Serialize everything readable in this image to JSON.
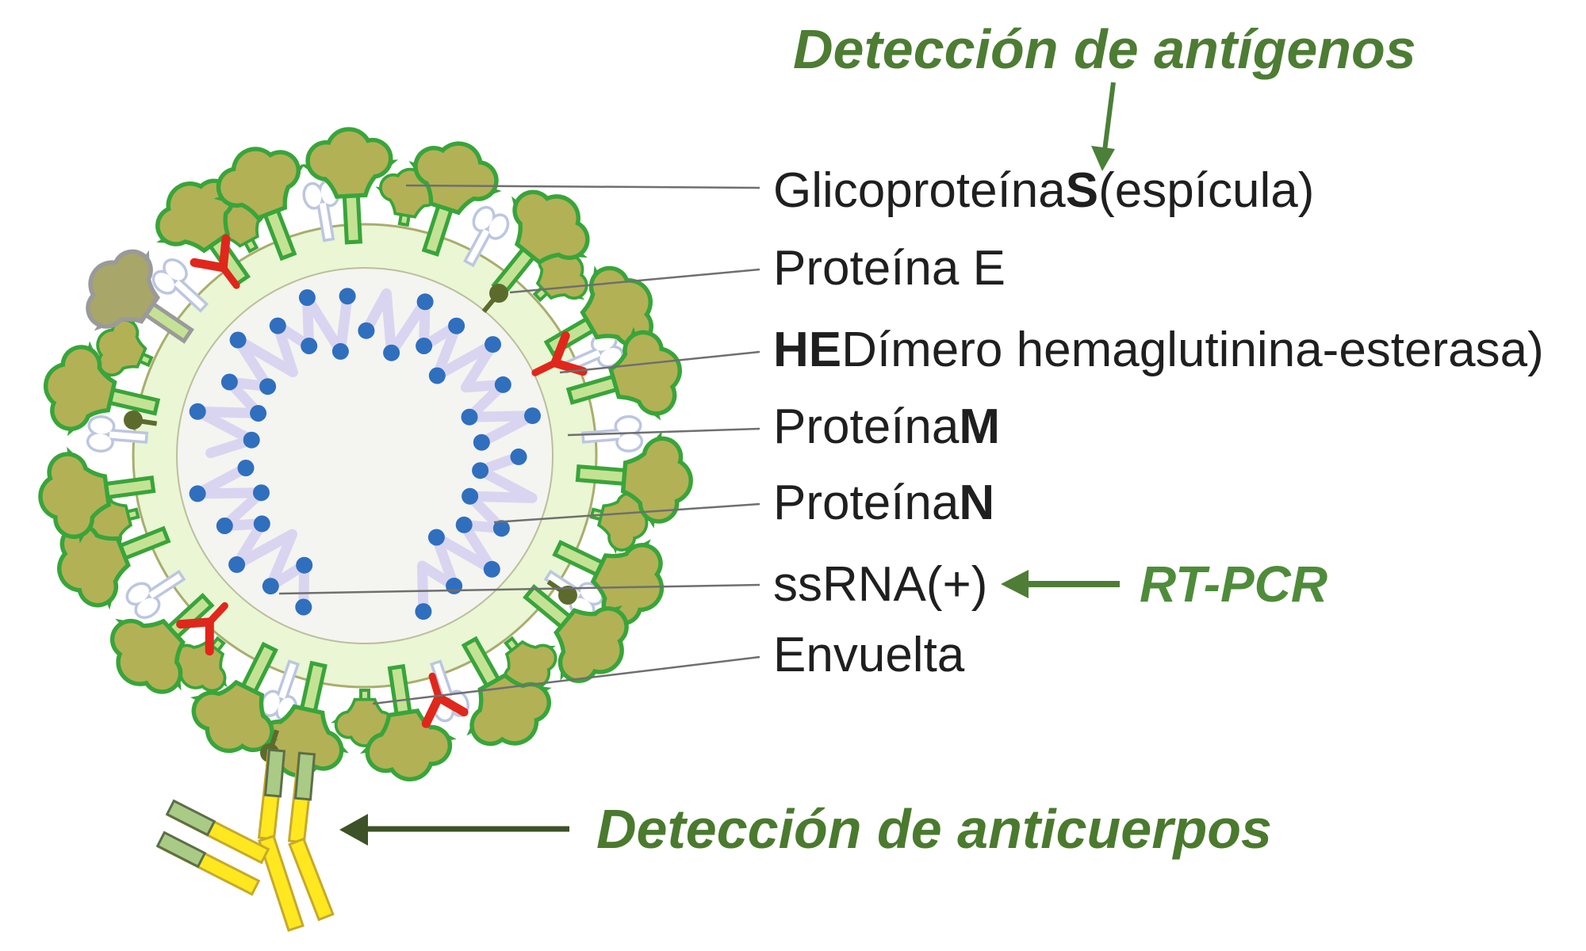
{
  "figure": {
    "type": "diagram",
    "subject": "Coronavirus structure with diagnostic test annotations"
  },
  "captions": {
    "antigen_detection": "Detección de antígenos",
    "rt_pcr": "RT-PCR",
    "antibody_detection": "Detección de anticuerpos"
  },
  "labels": [
    {
      "id": "glicoproteina-s",
      "pre": "Glicoproteína ",
      "bold": "S",
      "post": " (espícula)"
    },
    {
      "id": "proteina-e",
      "pre": "Proteína E",
      "bold": "",
      "post": ""
    },
    {
      "id": "he-dimero",
      "pre": "",
      "bold": "HE",
      "post": " Dímero hemaglutinina-esterasa)"
    },
    {
      "id": "proteina-m",
      "pre": "Proteína ",
      "bold": "M",
      "post": ""
    },
    {
      "id": "proteina-n",
      "pre": "Proteína ",
      "bold": "N",
      "post": ""
    },
    {
      "id": "ssrna",
      "pre": "ssRNA(+)",
      "bold": "",
      "post": ""
    },
    {
      "id": "envuelta",
      "pre": "Envuelta",
      "bold": "",
      "post": ""
    }
  ],
  "icons": [
    "coronavirus-illustration",
    "spike-glycoprotein-icon",
    "membrane-ring",
    "rna-ribbon",
    "he-dimer-icon",
    "e-protein-dot-icon",
    "m-protein-icon",
    "antibody-icon",
    "down-arrow-icon",
    "left-arrow-rtpcr-icon",
    "left-arrow-antibody-icon",
    "leader-line"
  ],
  "palette": {
    "background": "#ffffff",
    "title_green": "#4d7c33",
    "rtpcr_green": "#4e8c3a",
    "caption_green": "#4a7a2e",
    "arrow_green": "#4a8038",
    "arrow_rtpcr": "#4e7d35",
    "arrow_dark": "#3d5226",
    "label_text": "#1f1f1f",
    "leader_line": "#6f6f6f",
    "spike_fill": "#b2b156",
    "spike_outline": "#38a53a",
    "spike_gray_outline": "#9a9a9a",
    "spike_gray_fill": "#a8a668",
    "stem_fill": "#c4e294",
    "membrane_ring": "#eaf6d4",
    "membrane_outline": "#a9ad6d",
    "core_fill": "#f4f4f1",
    "core_outline": "#bcbf9c",
    "rna_ribbon": "#d9d5f0",
    "rna_dot": "#2f6fbe",
    "he_red": "#e0271b",
    "e_protein": "#5c6b2c",
    "m_protein_fill": "#ffffff",
    "m_protein_outline": "#bcc6e0",
    "antibody_yellow": "#ffe81f",
    "antibody_yellow_outline": "#c7a92a",
    "antibody_tip_green": "#a9cb85",
    "antibody_tip_outline": "#5c6e49"
  }
}
